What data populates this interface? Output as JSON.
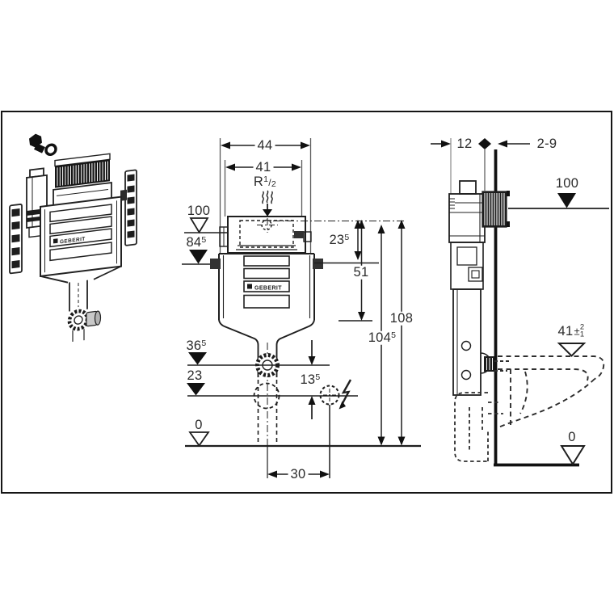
{
  "drawing": {
    "type": "technical-drawing",
    "product": "concealed-cistern",
    "colors": {
      "line": "#1f1f1f",
      "background": "#ffffff"
    },
    "exploded_view": {
      "logo_text": "GEBERIT"
    },
    "front_view": {
      "logo_text": "GEBERIT",
      "dim_width_outer": "44",
      "dim_width_inner": "41",
      "inlet_thread": {
        "main": "R",
        "sup": "1",
        "slash": "/",
        "sub": "2"
      },
      "level_100": "100",
      "level_84_5": {
        "main": "84",
        "sup": "5"
      },
      "dim_23_5": {
        "main": "23",
        "sup": "5"
      },
      "dim_51": "51",
      "dim_104_5": {
        "main": "104",
        "sup": "5"
      },
      "dim_108": "108",
      "level_36_5": {
        "main": "36",
        "sup": "5"
      },
      "level_23": "23",
      "dim_13_5": {
        "main": "13",
        "sup": "5"
      },
      "level_0": "0",
      "dim_30": "30"
    },
    "side_view": {
      "dim_depth": "12",
      "dim_wall_thickness": "2-9",
      "level_100": "100",
      "dim_41_tol": {
        "main": "41",
        "pm": "±",
        "plus": "2",
        "minus": "1"
      },
      "level_0": "0"
    },
    "icons": {
      "electrical": "lightning-bolt-icon",
      "inlet_flow": "water-squiggle-icon"
    }
  }
}
